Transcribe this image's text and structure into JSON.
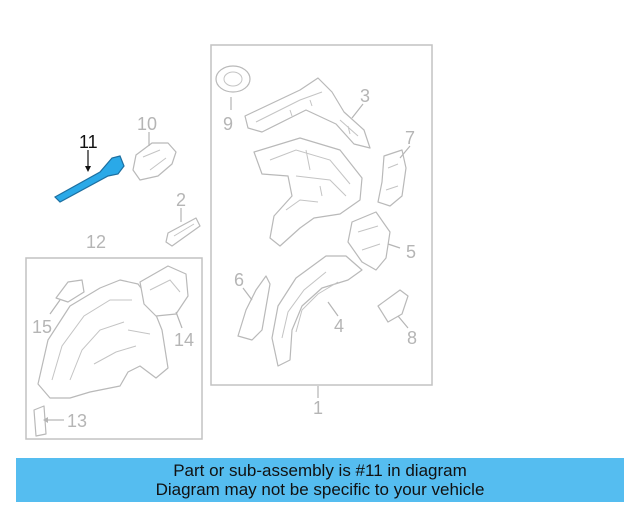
{
  "callouts": {
    "c1": "1",
    "c2": "2",
    "c3": "3",
    "c4": "4",
    "c5": "5",
    "c6": "6",
    "c7": "7",
    "c8": "8",
    "c9": "9",
    "c10": "10",
    "c11": "11",
    "c12": "12",
    "c13": "13",
    "c14": "14",
    "c15": "15"
  },
  "highlighted_part": "11",
  "colors": {
    "highlight": "#2aa9e8",
    "banner": "#55bdf0",
    "line": "#b9b9b9"
  },
  "banner": {
    "line1": "Part or sub-assembly is #11 in diagram",
    "line2": "Diagram may not be specific to your vehicle"
  }
}
